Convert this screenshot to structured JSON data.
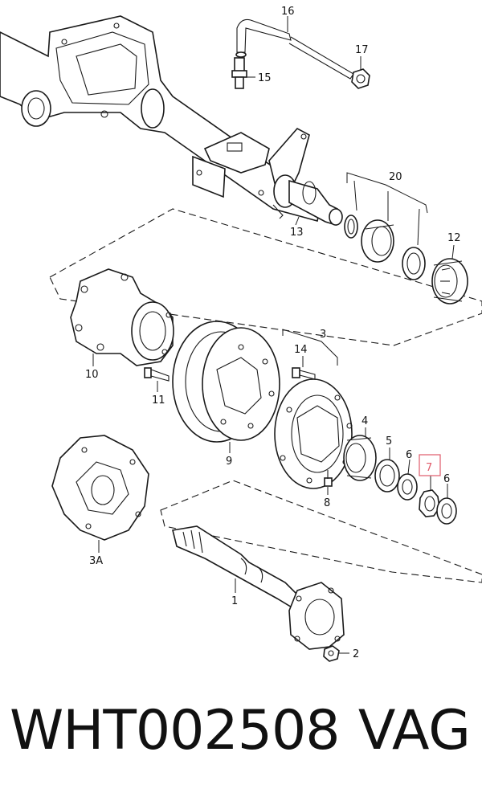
{
  "callouts": {
    "c1": "1",
    "c2": "2",
    "c3": "3",
    "c3a": "3A",
    "c4": "4",
    "c5": "5",
    "c6a": "6",
    "c6b": "6",
    "c7": "7",
    "c8": "8",
    "c9": "9",
    "c10": "10",
    "c11": "11",
    "c12": "12",
    "c13": "13",
    "c14": "14",
    "c15": "15",
    "c16": "16",
    "c17": "17",
    "c20": "20"
  },
  "highlight_color": "#e05a6a",
  "footer": {
    "part_number": "WHT002508",
    "brand": "VAG"
  }
}
